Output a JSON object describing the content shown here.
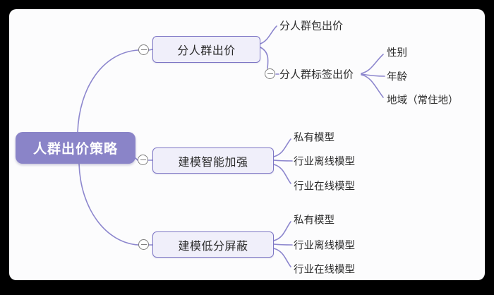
{
  "colors": {
    "outer_bg": "#000000",
    "canvas_bg": "#fcfcfd",
    "root_fill": "#8a84c8",
    "root_text": "#ffffff",
    "branch_fill": "#f0effa",
    "branch_border": "#7d76c5",
    "connector": "#8d87ce",
    "collapse_border": "#7f7f7f",
    "text": "#2b2b2b"
  },
  "icons": {
    "collapse": "minus-circle"
  },
  "mindmap": {
    "root": {
      "label": "人群出价策略"
    },
    "branches": [
      {
        "label": "分人群出价",
        "children": [
          {
            "label": "分人群包出价"
          },
          {
            "label": "分人群标签出价",
            "children": [
              {
                "label": "性别"
              },
              {
                "label": "年龄"
              },
              {
                "label": "地域（常住地）"
              }
            ]
          }
        ]
      },
      {
        "label": "建模智能加强",
        "children": [
          {
            "label": "私有模型"
          },
          {
            "label": "行业离线模型"
          },
          {
            "label": "行业在线模型"
          }
        ]
      },
      {
        "label": "建模低分屏蔽",
        "children": [
          {
            "label": "私有模型"
          },
          {
            "label": "行业离线模型"
          },
          {
            "label": "行业在线模型"
          }
        ]
      }
    ]
  }
}
